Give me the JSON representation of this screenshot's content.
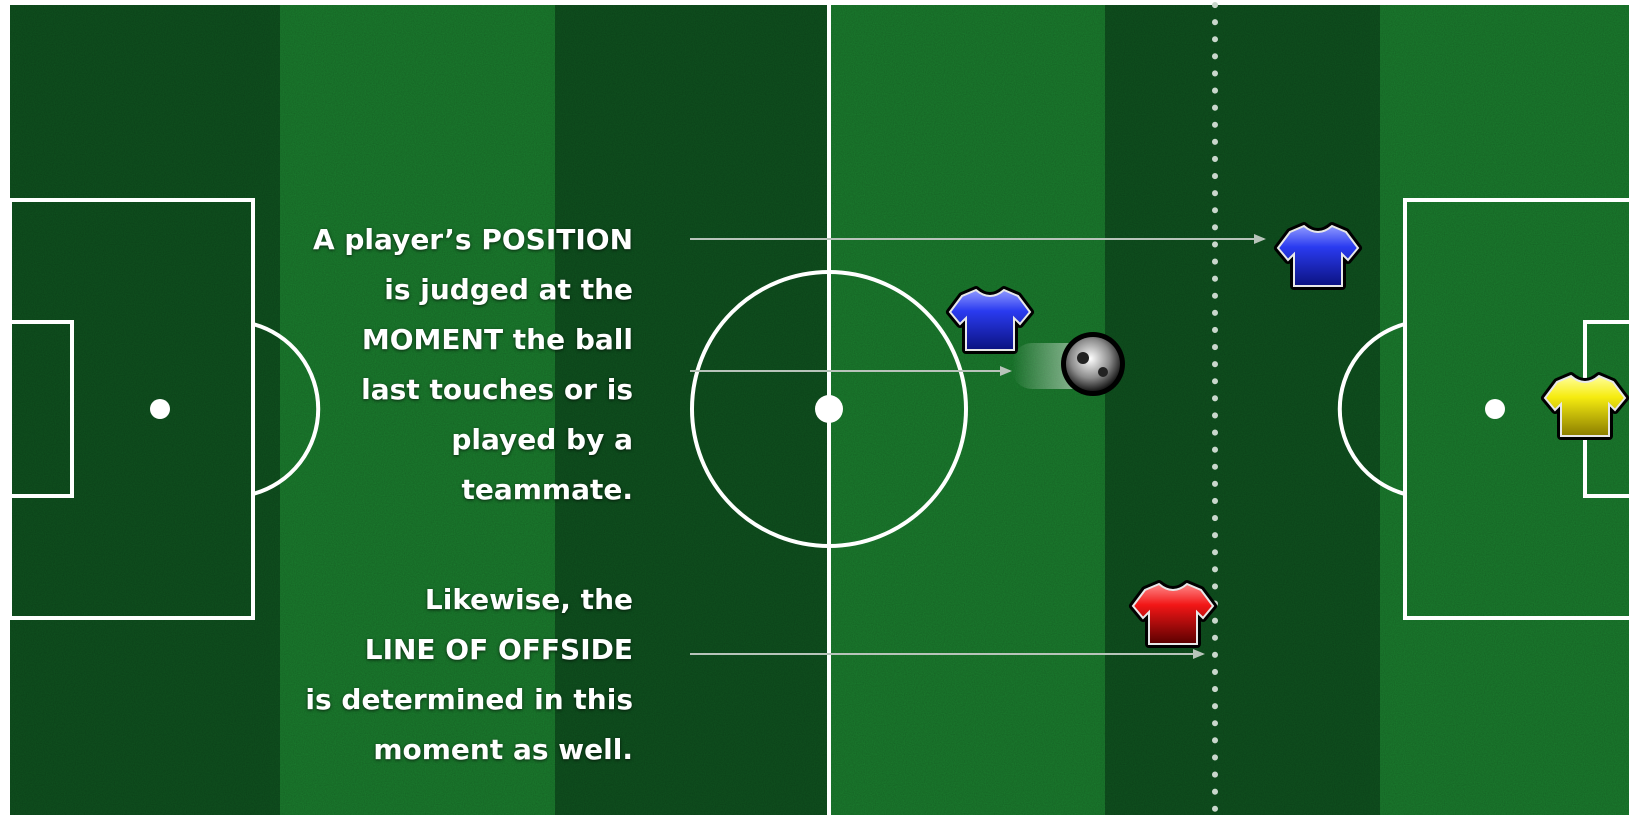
{
  "annotations": {
    "position_note": [
      "A player’s POSITION",
      "is judged at the",
      "MOMENT the ball",
      "last touches or is",
      "played by a",
      "teammate."
    ],
    "offside_note": [
      "Likewise, the",
      "LINE OF OFFSIDE",
      "is determined in this",
      "moment as well."
    ]
  },
  "players": [
    {
      "team": "blue",
      "color": "#1f2fd6",
      "role": "attacker-advanced"
    },
    {
      "team": "blue",
      "color": "#1f2fd6",
      "role": "attacker-passer"
    },
    {
      "team": "red",
      "color": "#d40c0c",
      "role": "second-last-defender"
    },
    {
      "team": "yellow",
      "color": "#f2e205",
      "role": "goalkeeper"
    }
  ],
  "colors": {
    "pitch_dark": "#0e4d1d",
    "pitch_light": "#1a7a2c",
    "lines": "#ffffff",
    "offside_line": "#c9d7cc",
    "arrow": "#b8c4ba"
  }
}
